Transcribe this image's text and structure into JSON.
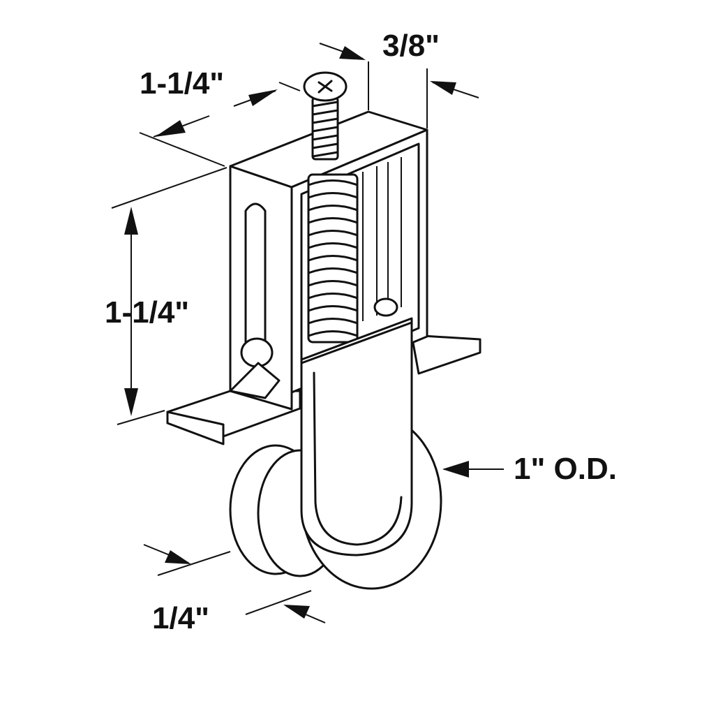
{
  "diagram": {
    "labels": {
      "top_width": "1-1/4\"",
      "top_depth": "3/8\"",
      "height": "1-1/4\"",
      "wheel_od": "1\" O.D.",
      "wheel_width": "1/4\""
    }
  }
}
